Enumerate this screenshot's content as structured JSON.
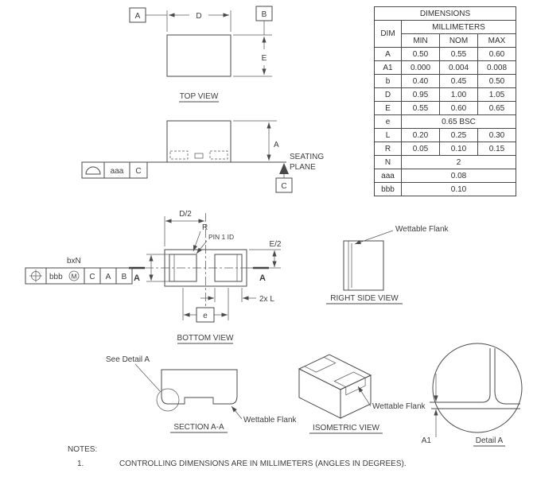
{
  "table": {
    "title": "DIMENSIONS",
    "dim_header": "DIM",
    "unit_header": "MILLIMETERS",
    "col_headers": [
      "MIN",
      "NOM",
      "MAX"
    ],
    "rows": [
      {
        "dim": "A",
        "min": "0.50",
        "nom": "0.55",
        "max": "0.60"
      },
      {
        "dim": "A1",
        "min": "0.000",
        "nom": "0.004",
        "max": "0.008"
      },
      {
        "dim": "b",
        "min": "0.40",
        "nom": "0.45",
        "max": "0.50"
      },
      {
        "dim": "D",
        "min": "0.95",
        "nom": "1.00",
        "max": "1.05"
      },
      {
        "dim": "E",
        "min": "0.55",
        "nom": "0.60",
        "max": "0.65"
      },
      {
        "dim": "e",
        "span": "0.65 BSC"
      },
      {
        "dim": "L",
        "min": "0.20",
        "nom": "0.25",
        "max": "0.30"
      },
      {
        "dim": "R",
        "min": "0.05",
        "nom": "0.10",
        "max": "0.15"
      },
      {
        "dim": "N",
        "span": "2"
      },
      {
        "dim": "aaa",
        "span": "0.08"
      },
      {
        "dim": "bbb",
        "span": "0.10"
      }
    ]
  },
  "views": {
    "top_view_label": "TOP VIEW",
    "bottom_view_label": "BOTTOM VIEW",
    "right_side_view_label": "RIGHT SIDE VIEW",
    "section_label": "SECTION A-A",
    "isometric_label": "ISOMETRIC VIEW",
    "detail_label": "Detail A"
  },
  "annotations": {
    "seating_line1": "SEATING",
    "seating_line2": "PLANE",
    "wettable_flank": "Wettable Flank",
    "see_detail": "See Detail A",
    "pin1": "PIN 1 ID"
  },
  "dims": {
    "D": "D",
    "E": "E",
    "A": "A",
    "A1": "A1",
    "D_half": "D/2",
    "E_half": "E/2",
    "R": "R",
    "bxN": "bxN",
    "twoxL": "2x L",
    "e": "e"
  },
  "datums": {
    "A": "A",
    "B": "B",
    "C": "C"
  },
  "section_marks": {
    "A": "A"
  },
  "fcf_profile": {
    "tolerance": "aaa",
    "datum": "C"
  },
  "fcf_position": {
    "tolerance": "bbb",
    "modifier": "M",
    "datum1": "C",
    "datum2": "A",
    "datum3": "B"
  },
  "notes": {
    "heading": "NOTES:",
    "number": "1.",
    "text": "CONTROLLING DIMENSIONS ARE IN MILLIMETERS (ANGLES IN DEGREES)."
  },
  "colors": {
    "line": "#4a4a4a",
    "text": "#3c3c3c",
    "background": "#ffffff"
  }
}
